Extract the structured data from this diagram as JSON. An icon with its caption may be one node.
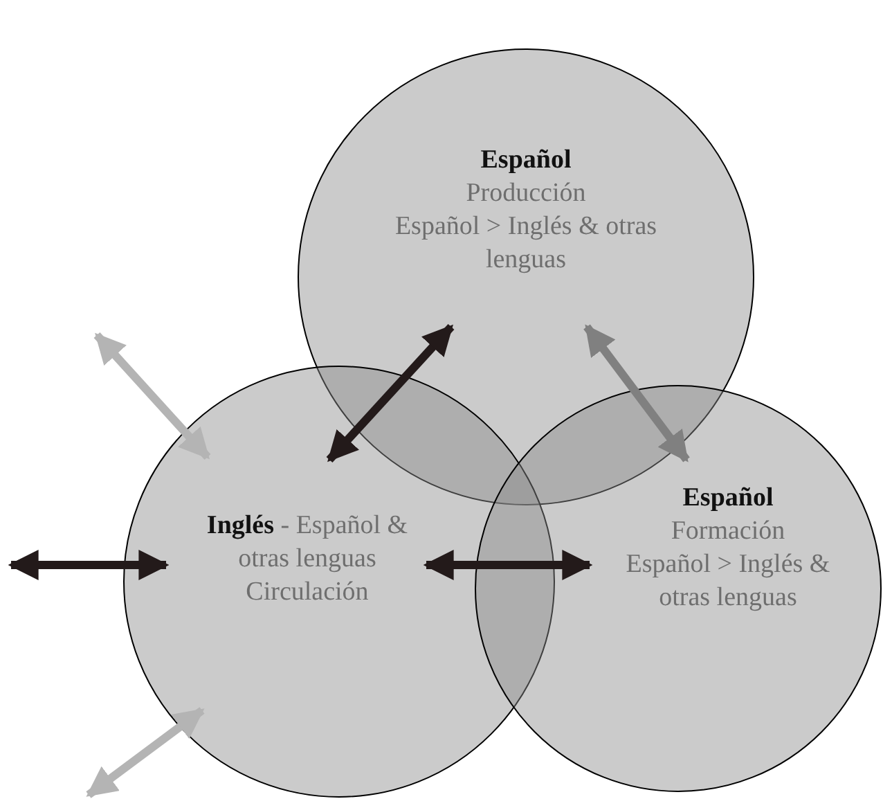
{
  "diagram": {
    "nodes": [
      {
        "text": [
          "Español",
          "Producción",
          "Español > Inglés & otras lenguas"
        ]
      },
      {
        "text": [
          "**Inglés** - Español & otras lenguas",
          "Circulación"
        ]
      },
      {
        "text": [
          "Español",
          "Formación",
          "Español > Inglés & otras lenguas"
        ]
      }
    ],
    "edges": [
      {
        "from": null,
        "to": 1,
        "arrow": "both",
        "color": "#b4b4b4"
      },
      {
        "from": null,
        "to": 1,
        "arrow": "both"
      },
      {
        "from": null,
        "to": 1,
        "arrow": "both",
        "color": "#b4b4b4"
      },
      {
        "from": 1,
        "to": 0,
        "arrow": "both"
      },
      {
        "from": 1,
        "to": 2,
        "arrow": "both"
      },
      {
        "from": 0,
        "to": 2,
        "arrow": "both",
        "color": "#808080"
      }
    ]
  }
}
